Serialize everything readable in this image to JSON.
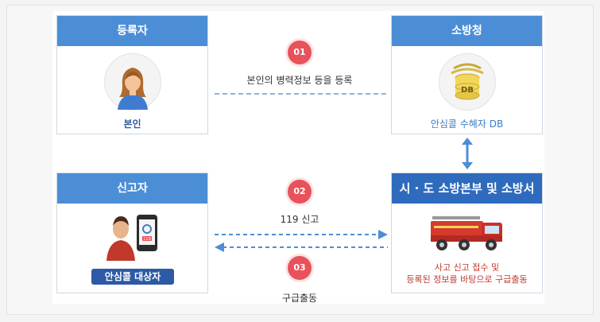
{
  "registrant": {
    "title": "등록자",
    "label": "본인"
  },
  "fire_agency": {
    "title": "소방청",
    "db_label": "안심콜 수혜자 DB",
    "db_badge": "DB"
  },
  "reporter": {
    "title": "신고자",
    "label": "안심콜 대상자",
    "phone_badge": "119"
  },
  "fire_hq": {
    "title": "시 · 도 소방본부 및 소방서",
    "line1": "사고 신고 접수 및",
    "line2": "등록된 정보를 바탕으로 구급출동"
  },
  "steps": [
    {
      "num": "01",
      "text": "본인의 병력정보 등을 등록"
    },
    {
      "num": "02",
      "text": "119 신고"
    },
    {
      "num": "03",
      "text": "구급출동"
    }
  ],
  "colors": {
    "step_red": "#e8525b",
    "head_blue": "#4c8ed6",
    "head_dark": "#2f6bbd",
    "pill_navy": "#2c5aa4",
    "dash_blue": "#8fb3e0"
  }
}
